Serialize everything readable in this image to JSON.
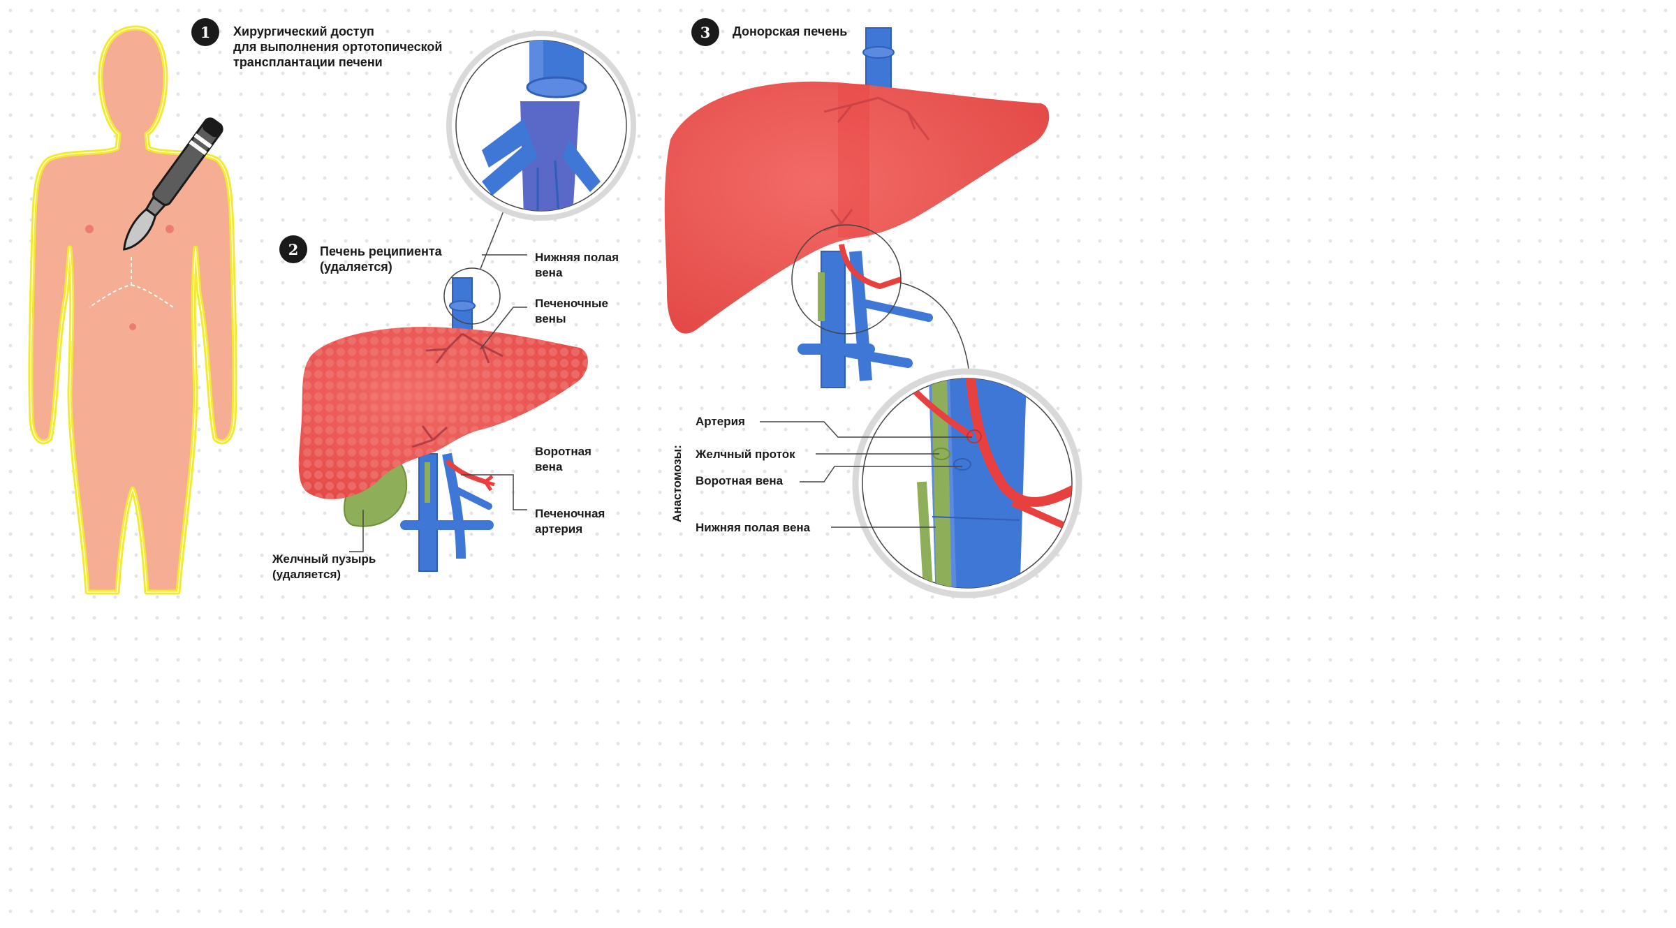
{
  "step1": {
    "number": "1",
    "title_lines": [
      "Хирургический доступ",
      "для выполнения ортотопической",
      "трансплантации печени"
    ]
  },
  "step2": {
    "number": "2",
    "title_lines": [
      "Печень реципиента",
      "(удаляется)"
    ]
  },
  "step3": {
    "number": "3",
    "title": "Донорская печень"
  },
  "labels": {
    "ivc": [
      "Нижняя полая",
      "вена"
    ],
    "hepatic_veins": [
      "Печеночные",
      "вены"
    ],
    "portal_vein": [
      "Воротная",
      "вена"
    ],
    "hepatic_artery": [
      "Печеночная",
      "артерия"
    ],
    "gallbladder": [
      "Желчный пузырь",
      "(удаляется)"
    ]
  },
  "anastomoses": {
    "heading": "Анастомозы:",
    "items": [
      "Артерия",
      "Желчный проток",
      "Воротная вена",
      "Нижняя полая вена"
    ]
  },
  "colors": {
    "body": "#f5ae94",
    "body_outline": "#f2ea2a",
    "liver": "#ec5a58",
    "vein": "#3f77d6",
    "artery": "#e8403f",
    "bile": "#8fae5a",
    "badge": "#1a1a1a"
  }
}
